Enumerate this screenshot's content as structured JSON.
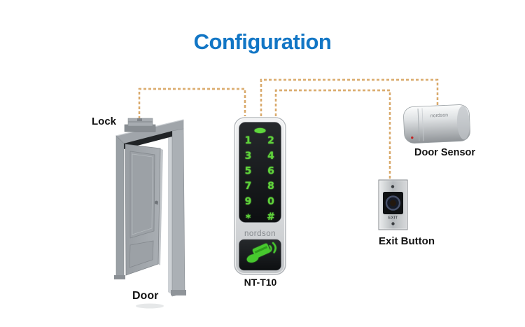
{
  "title": "Configuration",
  "colors": {
    "title_blue": "#1276c5",
    "wire_orange": "#c8873c",
    "key_green": "#5ed23a",
    "icon_green": "#46c82e"
  },
  "devices": {
    "lock": {
      "label": "Lock"
    },
    "door": {
      "label": "Door"
    },
    "keypad": {
      "model": "NT-T10",
      "brand": "nordson",
      "keys": [
        "1",
        "2",
        "3",
        "4",
        "5",
        "6",
        "7",
        "8",
        "9",
        "0",
        "*",
        "#"
      ]
    },
    "door_sensor": {
      "label": "Door Sensor",
      "brand": "nordson"
    },
    "exit_button": {
      "label": "Exit Button",
      "button_text": "EXIT"
    }
  }
}
